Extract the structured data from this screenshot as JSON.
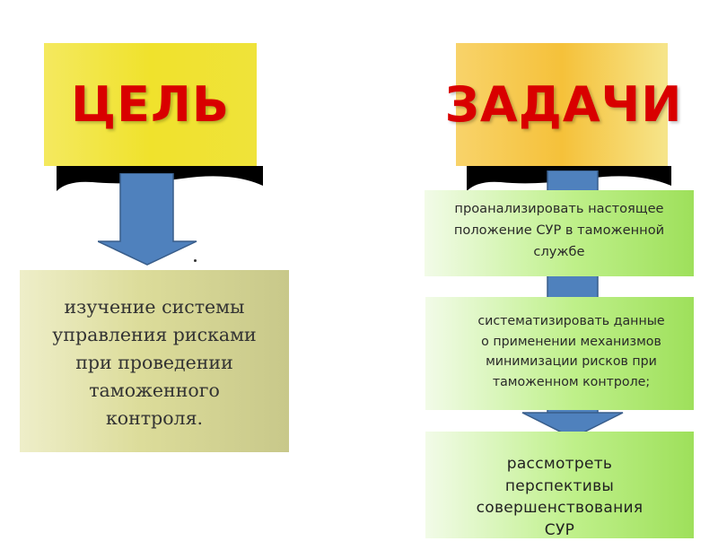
{
  "goal": {
    "title": "ЦЕЛЬ",
    "lines": [
      "изучение системы",
      "управления рисками",
      "при проведении",
      "таможенного",
      "контроля."
    ]
  },
  "tasks": {
    "title": "ЗАДАЧИ",
    "items": [
      {
        "lines": [
          "проанализировать настоящее",
          "положение СУР в таможенной",
          "службе"
        ]
      },
      {
        "lines": [
          "систематизировать данные",
          "о применении механизмов",
          "минимизации рисков при",
          "таможенном контроле;"
        ]
      },
      {
        "lines": [
          "рассмотреть",
          "перспективы",
          "совершенствования",
          "СУР"
        ]
      }
    ]
  },
  "colors": {
    "header_text": "#d90000",
    "arrow_fill": "#4f81bd",
    "arrow_stroke": "#385d8a",
    "goal_header_bg": "#f0e22c",
    "tasks_header_bg": "#f5c13a",
    "goal_box_bg": "#dcdc9a",
    "task_box_bg": "#bff08a"
  }
}
